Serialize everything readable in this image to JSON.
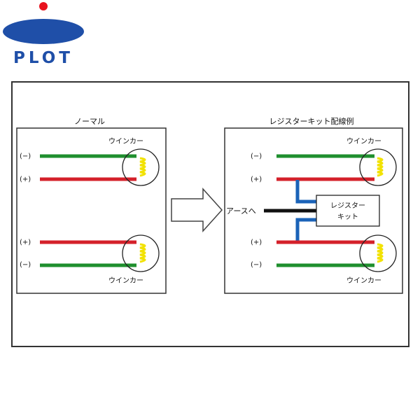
{
  "logo": {
    "text": "PLOT",
    "brand_color": "#1f4fa8",
    "dot_color": "#e8121e"
  },
  "normal": {
    "title": "ノーマル",
    "top": {
      "minus": "(−)",
      "plus": "(+)",
      "lamp_label": "ウインカー"
    },
    "bottom": {
      "plus": "(+)",
      "minus": "(−)",
      "lamp_label": "ウインカー"
    }
  },
  "resistor": {
    "title": "レジスターキット配線例",
    "top": {
      "minus": "(−)",
      "plus": "(+)",
      "lamp_label": "ウインカー"
    },
    "bottom": {
      "plus": "(+)",
      "minus": "(−)",
      "lamp_label": "ウインカー"
    },
    "kit_line1": "レジスター",
    "kit_line2": "キット",
    "ground_label": "アースへ"
  },
  "colors": {
    "wire_minus": "#1f8f2e",
    "wire_plus": "#d4202a",
    "wire_kit": "#1b63b8",
    "wire_ground": "#111111",
    "bulb": "#f2e200"
  }
}
